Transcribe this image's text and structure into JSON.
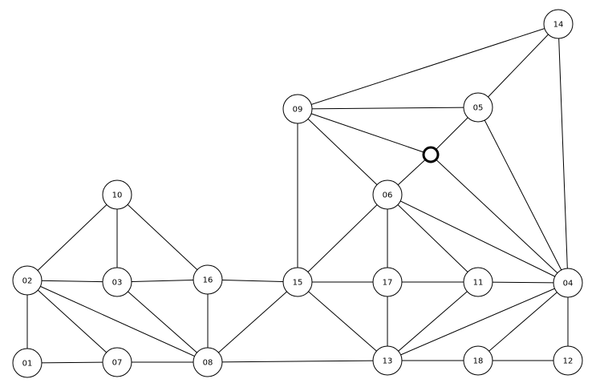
{
  "nodes": [
    "01",
    "02",
    "03",
    "04",
    "05",
    "06",
    "07",
    "08",
    "09",
    "10",
    "11",
    "12",
    "13",
    "14",
    "15",
    "16",
    "17",
    "18"
  ],
  "edges": [
    [
      "01",
      "02"
    ],
    [
      "01",
      "07"
    ],
    [
      "02",
      "03"
    ],
    [
      "02",
      "07"
    ],
    [
      "02",
      "08"
    ],
    [
      "02",
      "10"
    ],
    [
      "03",
      "10"
    ],
    [
      "03",
      "16"
    ],
    [
      "03",
      "08"
    ],
    [
      "10",
      "16"
    ],
    [
      "16",
      "08"
    ],
    [
      "16",
      "15"
    ],
    [
      "07",
      "08"
    ],
    [
      "08",
      "15"
    ],
    [
      "08",
      "13"
    ],
    [
      "15",
      "09"
    ],
    [
      "15",
      "06"
    ],
    [
      "15",
      "17"
    ],
    [
      "15",
      "13"
    ],
    [
      "09",
      "05"
    ],
    [
      "09",
      "14"
    ],
    [
      "09",
      "06"
    ],
    [
      "09",
      "marker"
    ],
    [
      "05",
      "14"
    ],
    [
      "05",
      "marker"
    ],
    [
      "05",
      "04"
    ],
    [
      "marker",
      "06"
    ],
    [
      "marker",
      "04"
    ],
    [
      "14",
      "04"
    ],
    [
      "06",
      "17"
    ],
    [
      "06",
      "11"
    ],
    [
      "06",
      "04"
    ],
    [
      "17",
      "11"
    ],
    [
      "17",
      "13"
    ],
    [
      "11",
      "04"
    ],
    [
      "11",
      "13"
    ],
    [
      "04",
      "13"
    ],
    [
      "04",
      "18"
    ],
    [
      "04",
      "12"
    ],
    [
      "13",
      "18"
    ],
    [
      "18",
      "12"
    ]
  ],
  "marker": {
    "label": ""
  },
  "colors": {
    "stroke": "#000000",
    "fill": "#ffffff"
  }
}
